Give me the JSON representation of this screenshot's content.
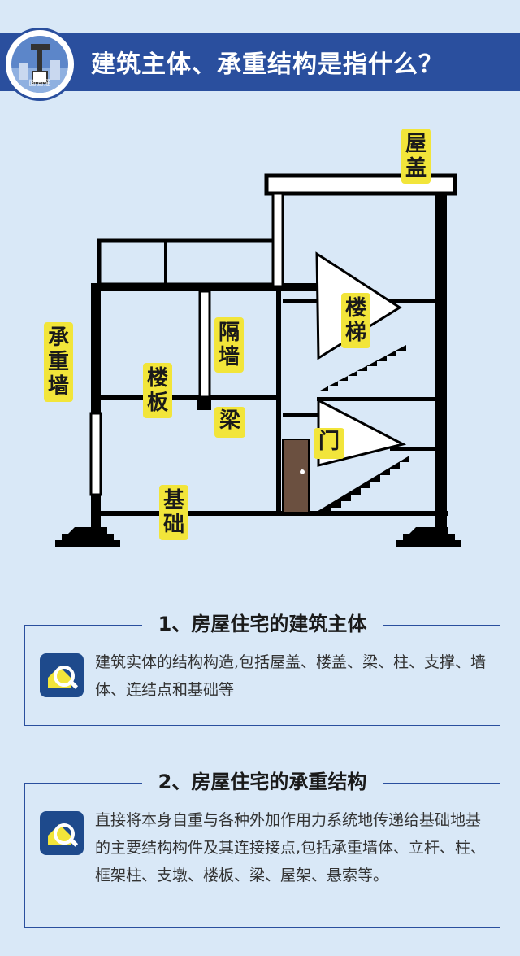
{
  "header": {
    "title": "建筑主体、承重结构是指什么？",
    "logo_text": "面面通"
  },
  "diagram": {
    "labels": {
      "roof": "屋盖",
      "bearing_wall": "承重墙",
      "partition_wall": "隔墙",
      "floor_slab": "楼板",
      "beam": "梁",
      "stairs": "楼梯",
      "door": "门",
      "foundation": "基础"
    },
    "colors": {
      "label_bg": "#f2e53a",
      "structure": "#000000",
      "door": "#6b5040"
    }
  },
  "sections": [
    {
      "title": "1、房屋住宅的建筑主体",
      "icon": "house-magnifier-icon",
      "text": "建筑实体的结构构造,包括屋盖、楼盖、梁、柱、支撑、墙体、连结点和基础等"
    },
    {
      "title": "2、房屋住宅的承重结构",
      "icon": "house-magnifier-icon",
      "text": "直接将本身自重与各种外加作用力系统地传递给基础地基的主要结构构件及其连接接点,包括承重墙体、立杆、柱、框架柱、支墩、楼板、梁、屋架、悬索等。"
    }
  ],
  "colors": {
    "header_bg": "#2a4f9e",
    "page_bg": "#d9e8f7"
  }
}
